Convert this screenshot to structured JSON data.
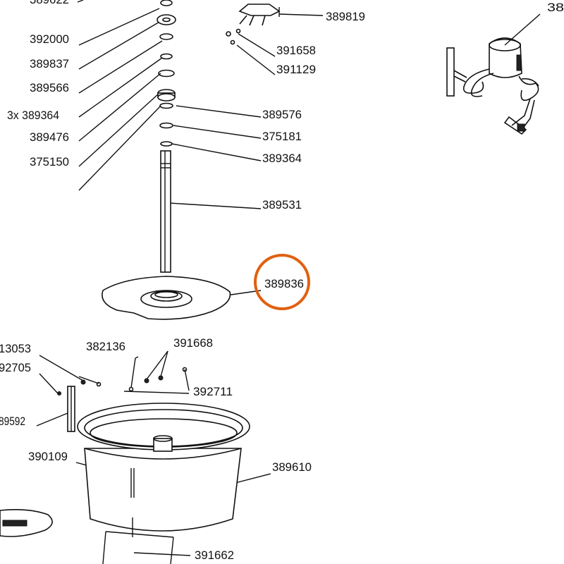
{
  "diagram": {
    "labels": {
      "l_389622": "389622",
      "l_392000": "392000",
      "l_389837": "389837",
      "l_389566": "389566",
      "l_3x389364": "3x 389364",
      "l_389476": "389476",
      "l_375150": "375150",
      "l_389819": "389819",
      "l_391658": "391658",
      "l_391129": "391129",
      "l_389576": "389576",
      "l_375181": "375181",
      "l_389364": "389364",
      "l_389531": "389531",
      "l_389836": "389836",
      "l_38_topright": "38",
      "l_13053": "13053",
      "l_92705": "92705",
      "l_382136": "382136",
      "l_391668": "391668",
      "l_392711": "392711",
      "l_89592": "89592",
      "l_390109": "390109",
      "l_389610": "389610",
      "l_391662": "391662"
    },
    "highlight_color": "#e0600f"
  }
}
